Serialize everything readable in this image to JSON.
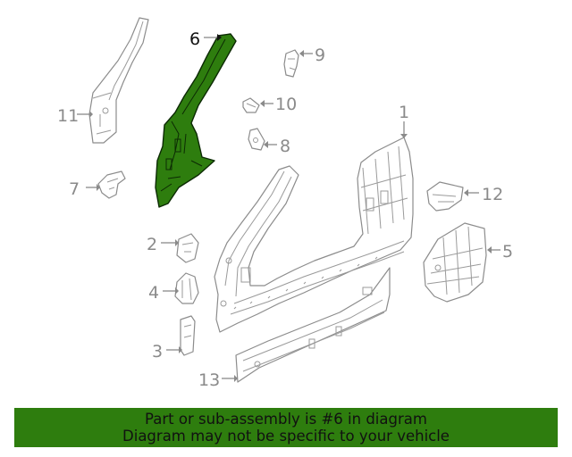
{
  "callouts": {
    "c1": "1",
    "c2": "2",
    "c3": "3",
    "c4": "4",
    "c5": "5",
    "c6": "6",
    "c7": "7",
    "c8": "8",
    "c9": "9",
    "c10": "10",
    "c11": "11",
    "c12": "12",
    "c13": "13"
  },
  "highlighted_part": "6",
  "colors": {
    "highlight": "#2e7d0e",
    "line": "#8c8c8c",
    "banner_bg": "#2e7d0e"
  },
  "banner": {
    "line1": "Part or sub-assembly is #6 in diagram",
    "line2": "Diagram may not be specific to your vehicle"
  }
}
